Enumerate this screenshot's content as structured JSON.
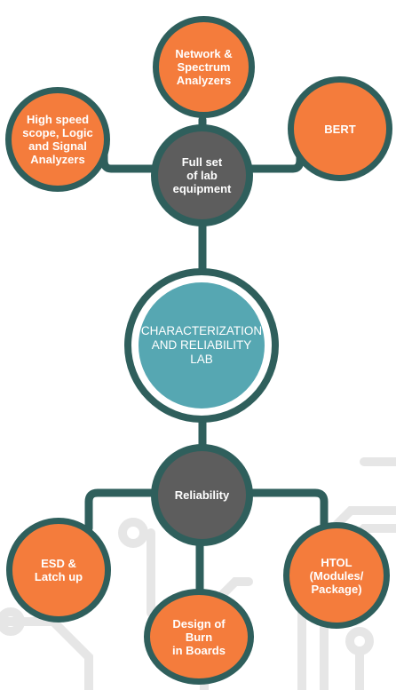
{
  "colors": {
    "accent_orange": "#f47c3c",
    "hub_gray": "#5d5d5d",
    "connector_teal": "#2f5f5c",
    "center_teal": "#56a7b2",
    "circuit_gray": "#e6e6e6"
  },
  "center": {
    "label": "CHARACTERIZATION\nAND RELIABILITY\nLAB"
  },
  "hubs": {
    "equipment": {
      "label": "Full set\nof lab\nequipment"
    },
    "reliability": {
      "label": "Reliability"
    }
  },
  "equipment_nodes": [
    {
      "label": "High speed\nscope, Logic\nand Signal\nAnalyzers"
    },
    {
      "label": "Network &\nSpectrum\nAnalyzers"
    },
    {
      "label": "BERT"
    }
  ],
  "reliability_nodes": [
    {
      "label": "ESD &\nLatch up"
    },
    {
      "label": "Design of\nBurn\nin Boards"
    },
    {
      "label": "HTOL\n(Modules/\nPackage)"
    }
  ]
}
